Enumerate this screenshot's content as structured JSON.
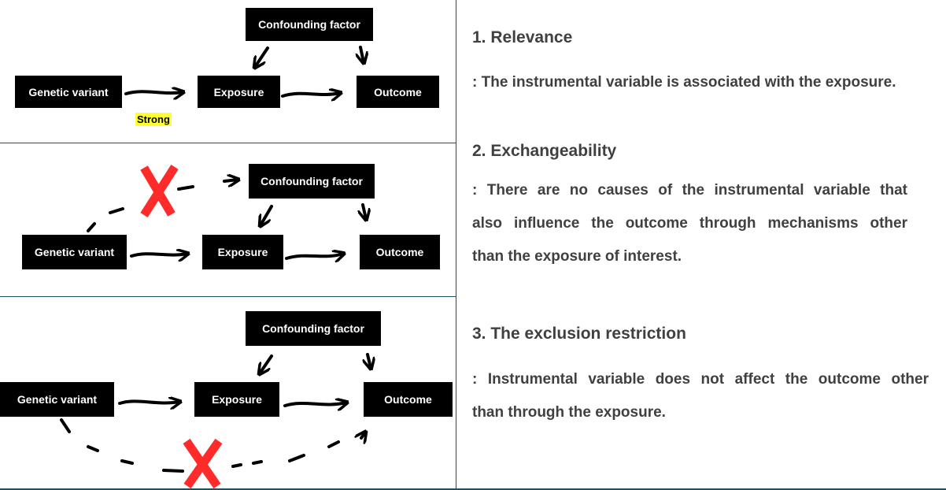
{
  "diagram": {
    "panel1": {
      "confounding": "Confounding factor",
      "genetic": "Genetic variant",
      "exposure": "Exposure",
      "outcome": "Outcome",
      "strong_label": "Strong"
    },
    "panel2": {
      "confounding": "Confounding factor",
      "genetic": "Genetic variant",
      "exposure": "Exposure",
      "outcome": "Outcome"
    },
    "panel3": {
      "confounding": "Confounding factor",
      "genetic": "Genetic variant",
      "exposure": "Exposure",
      "outcome": "Outcome"
    },
    "colors": {
      "box": "#000000",
      "highlight": "#ffff33",
      "cross": "#ff2a2a",
      "divider": "#1f4e5f"
    }
  },
  "assumptions": [
    {
      "title": "1. Relevance",
      "lines": [
        ": The instrumental variable is associated with the exposure."
      ]
    },
    {
      "title": "2. Exchangeability",
      "lines": [
        ": There are no causes of the instrumental variable that",
        "also influence the outcome through mechanisms other",
        "than the exposure of interest."
      ]
    },
    {
      "title": "3. The exclusion restriction",
      "lines": [
        ": Instrumental variable does not affect the outcome other",
        "than through the exposure."
      ]
    }
  ]
}
